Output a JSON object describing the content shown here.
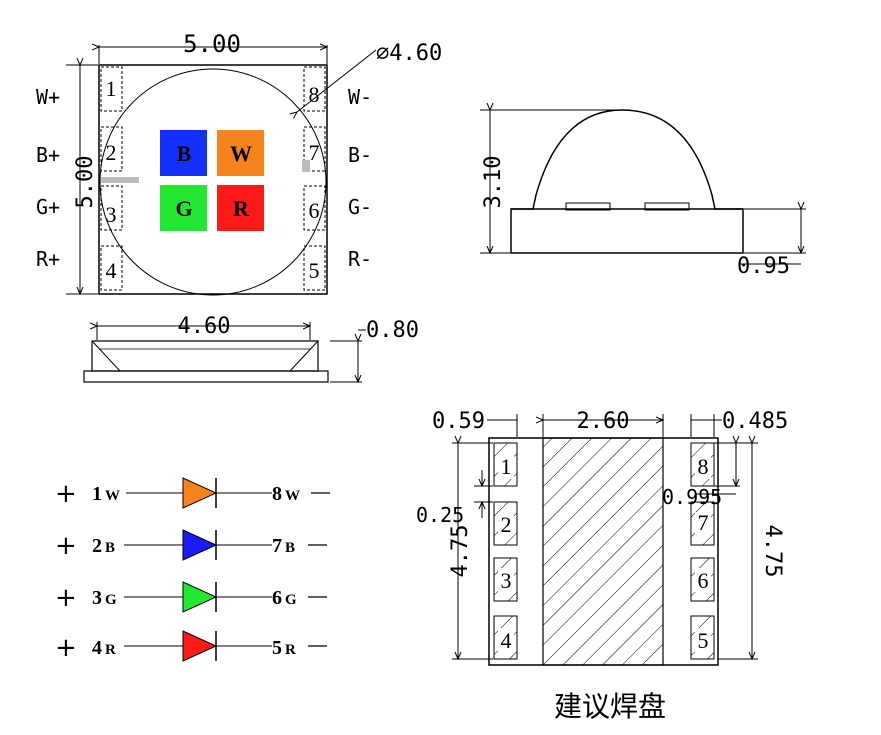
{
  "top_view": {
    "width_dim": "5.00",
    "height_dim": "5.00",
    "lens_dim": "⌀4.60",
    "pin_numbers": [
      "1",
      "2",
      "3",
      "4",
      "5",
      "6",
      "7",
      "8"
    ],
    "left_labels": [
      "W+",
      "B+",
      "G+",
      "R+"
    ],
    "right_labels": [
      "W-",
      "B-",
      "G-",
      "R-"
    ],
    "chips": [
      {
        "letter": "B",
        "color": "#1430ff"
      },
      {
        "letter": "W",
        "color": "#f7841a"
      },
      {
        "letter": "G",
        "color": "#22e832"
      },
      {
        "letter": "R",
        "color": "#ff1a1a"
      }
    ]
  },
  "side_view": {
    "width_dim": "4.60",
    "height_dim": "0.80"
  },
  "dome_view": {
    "height_dim": "3.10",
    "base_dim": "0.95"
  },
  "schematic": {
    "rows": [
      {
        "plus": "+",
        "left": "1",
        "left_letter": "W",
        "right": "8",
        "right_letter": "W",
        "minus": "—",
        "color": "#f7841a"
      },
      {
        "plus": "+",
        "left": "2",
        "left_letter": "B",
        "right": "7",
        "right_letter": "B",
        "minus": "—",
        "color": "#1a1aff"
      },
      {
        "plus": "+",
        "left": "3",
        "left_letter": "G",
        "right": "6",
        "right_letter": "G",
        "minus": "—",
        "color": "#22e832"
      },
      {
        "plus": "+",
        "left": "4",
        "left_letter": "R",
        "right": "5",
        "right_letter": "R",
        "minus": "—",
        "color": "#ff1a1a"
      }
    ]
  },
  "pad_layout": {
    "dim_pad_width": "0.59",
    "dim_center_width": "2.60",
    "dim_right_pad": "0.485",
    "dim_pitch": "0.995",
    "dim_gap": "0.25",
    "dim_height_left": "4.75",
    "dim_height_right": "4.75",
    "pin_numbers": [
      "1",
      "2",
      "3",
      "4",
      "8",
      "7",
      "6",
      "5"
    ],
    "caption": "建议焊盘"
  }
}
